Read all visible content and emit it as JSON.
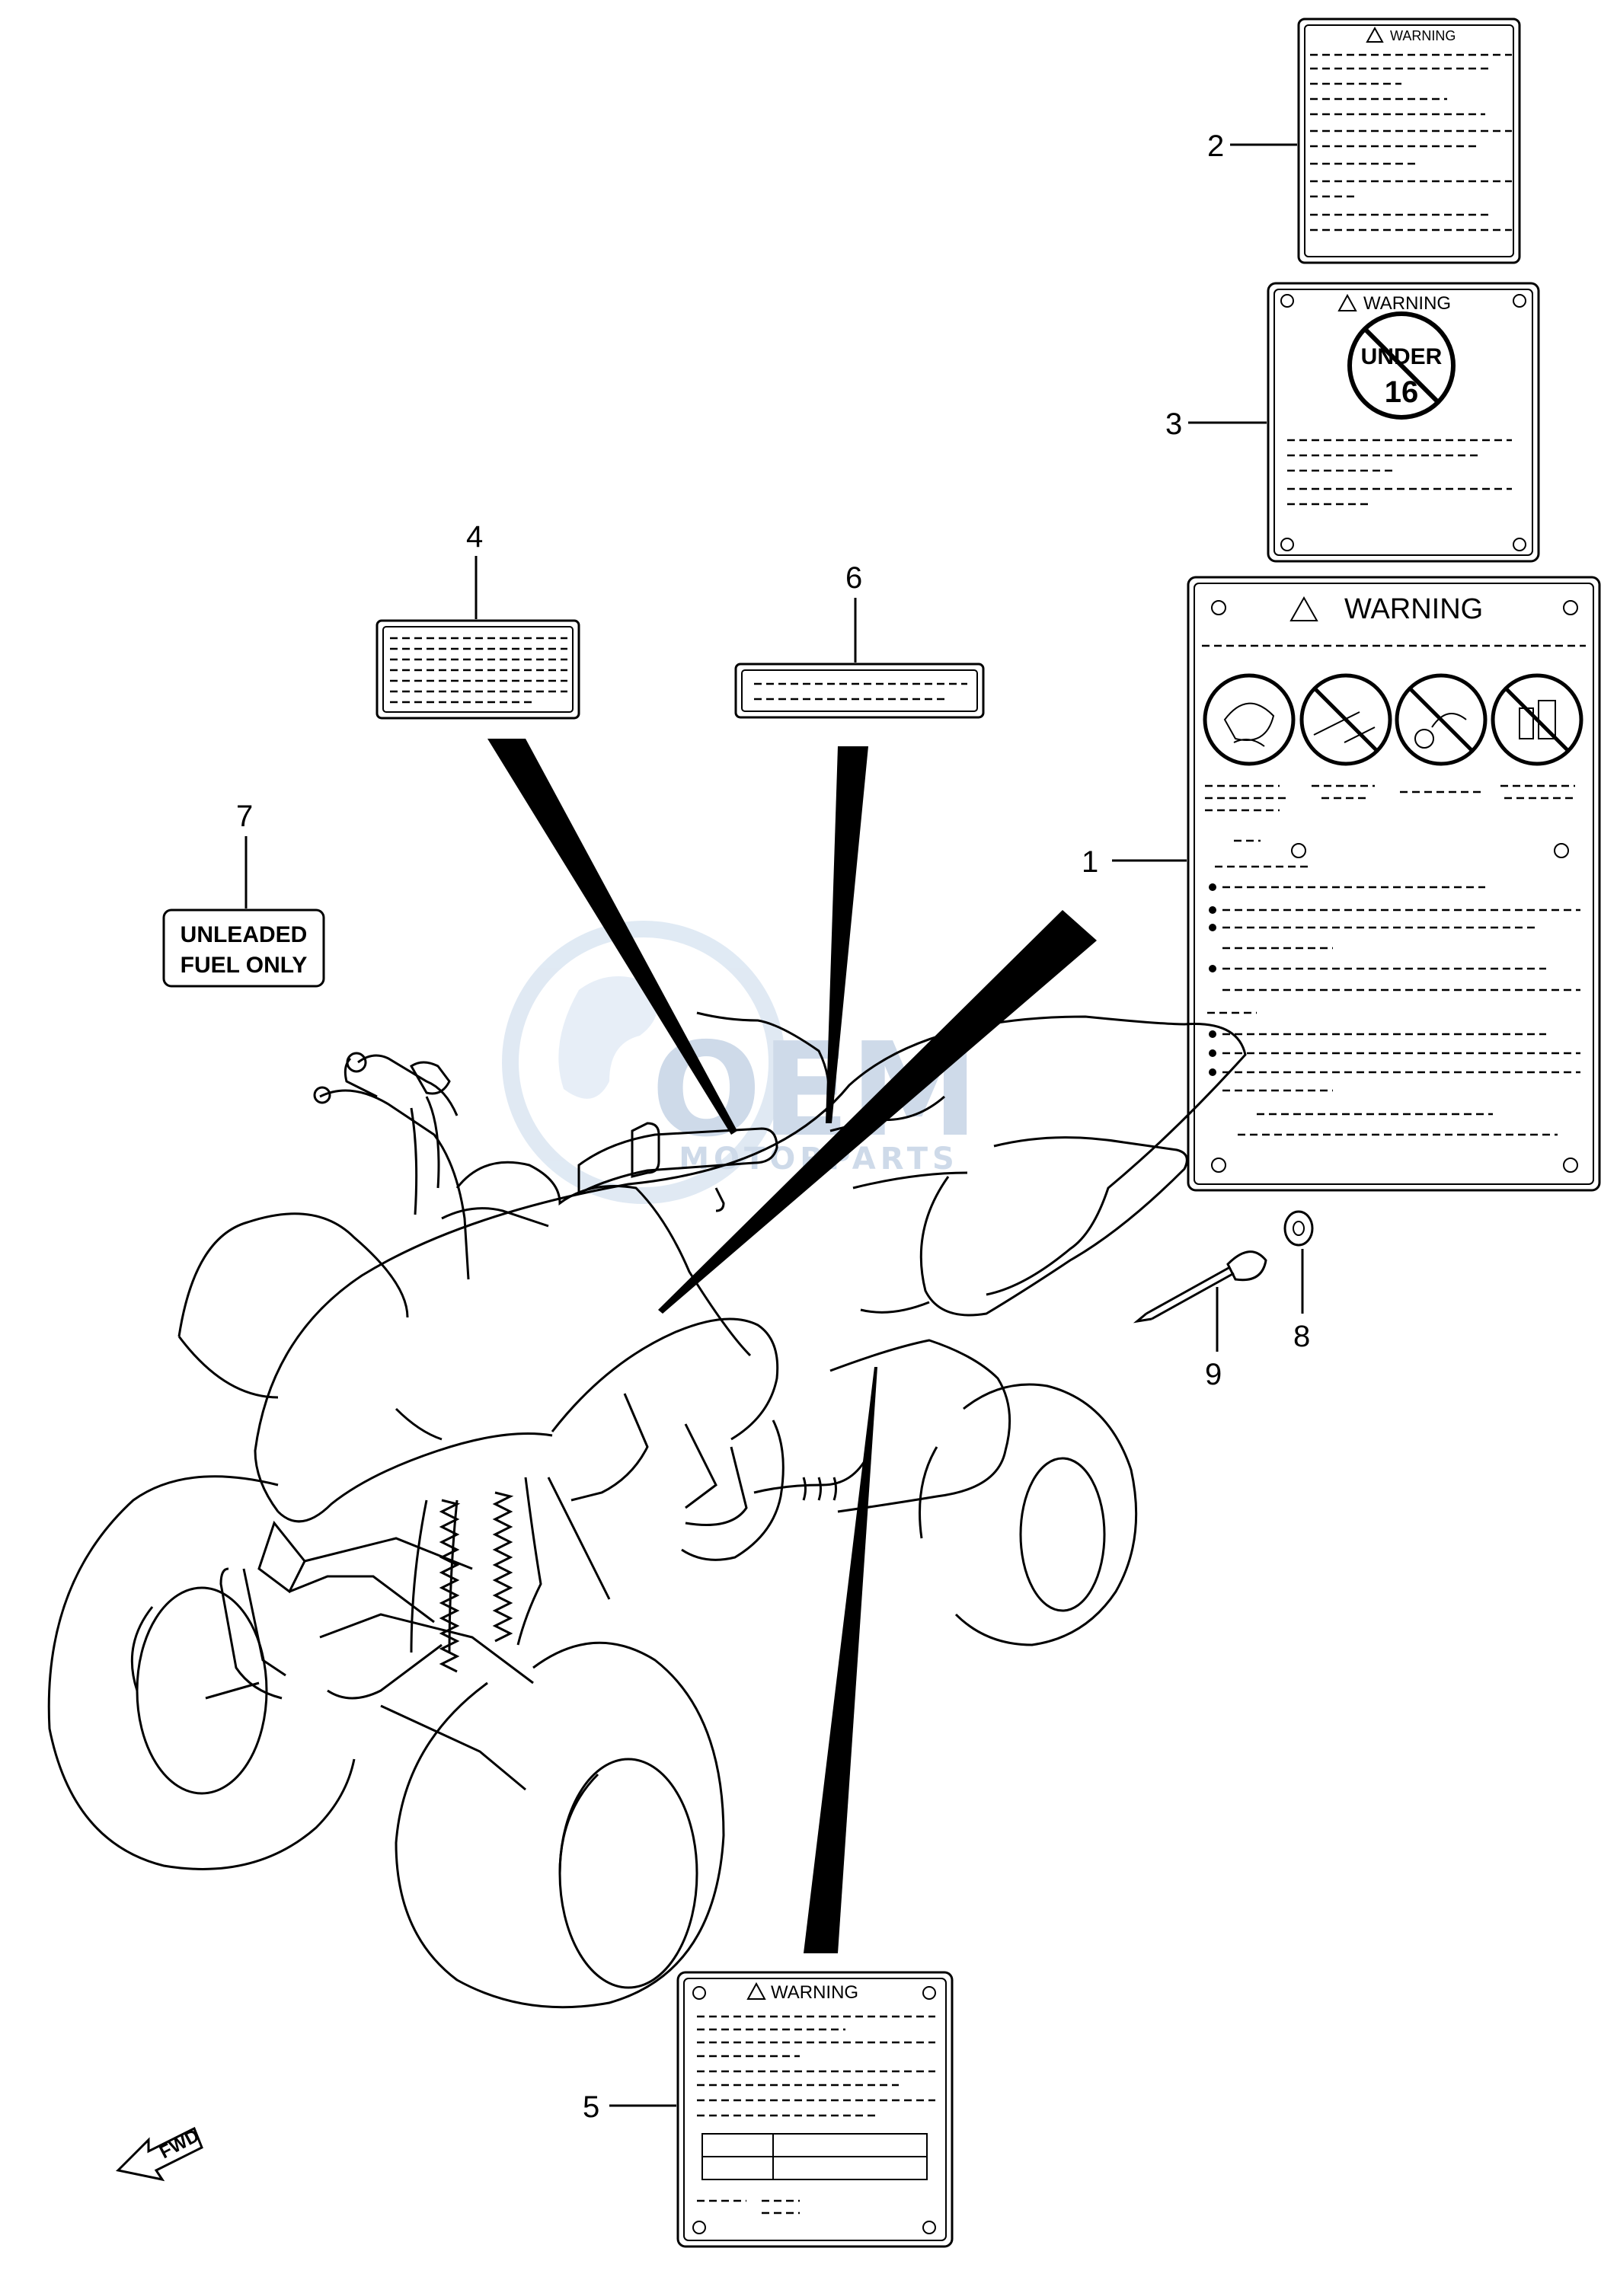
{
  "callouts": [
    "1",
    "2",
    "3",
    "4",
    "5",
    "6",
    "7",
    "8",
    "9"
  ],
  "labels": {
    "warning_main": "WARNING",
    "warning_small": "WARNING",
    "under": "UNDER",
    "age": "16",
    "fuel_line1": "UNLEADED",
    "fuel_line2": "FUEL ONLY",
    "fwd": "FWD"
  },
  "watermark": {
    "brand": "OEM",
    "sub": "MOTORPARTS"
  }
}
